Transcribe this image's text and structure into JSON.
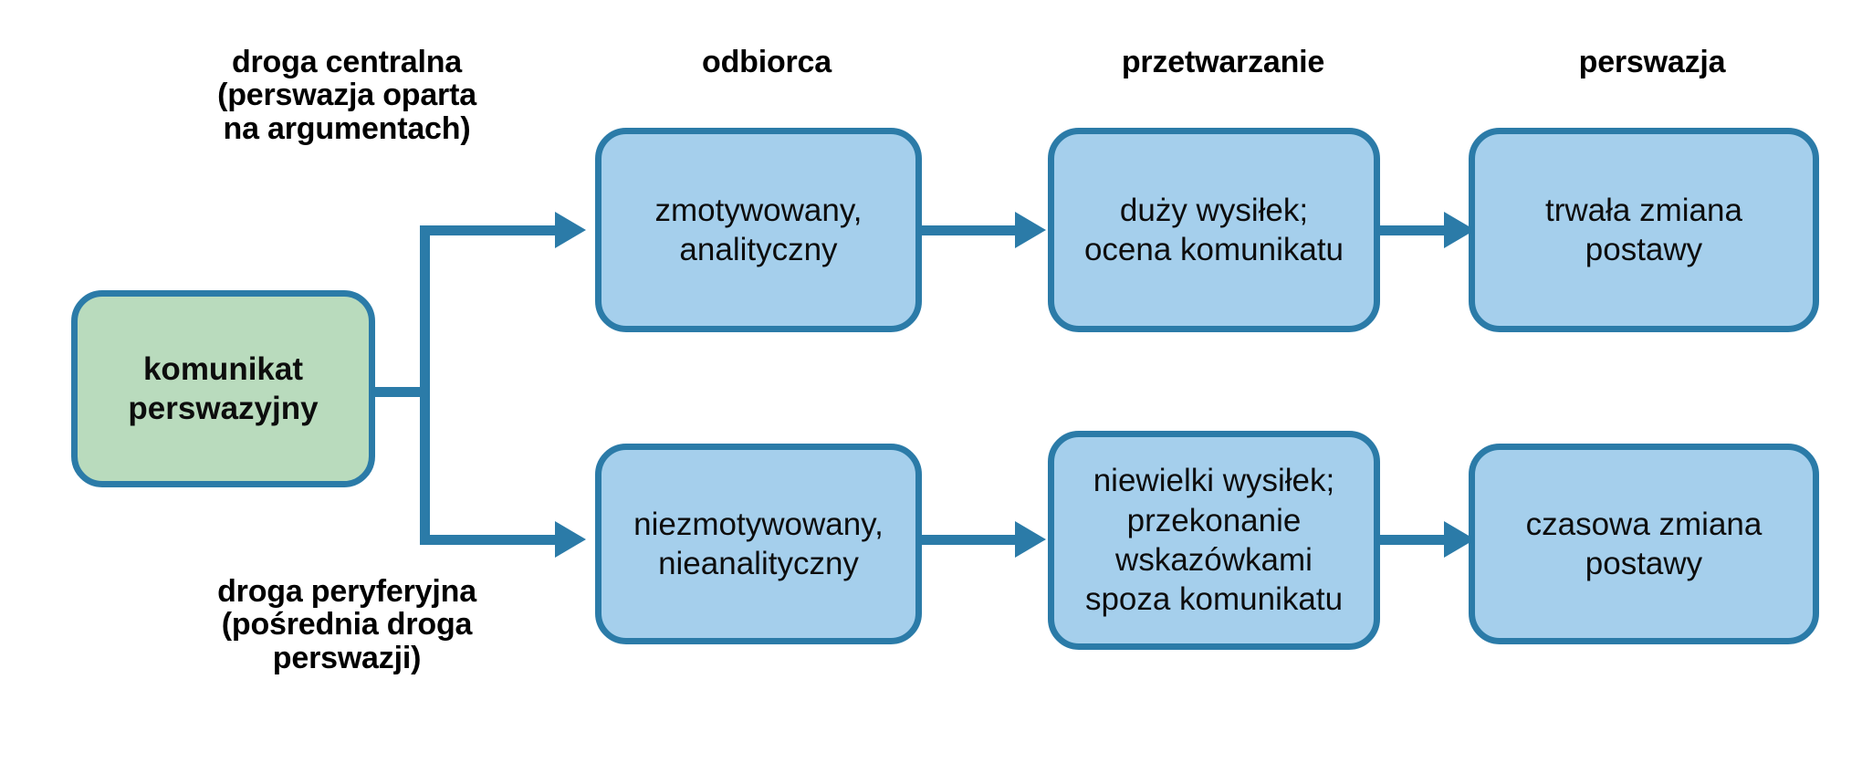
{
  "diagram": {
    "title_headings": {
      "central_path": "droga centralna\n(perswazja oparta\nna argumentach)",
      "peripheral_path": "droga peryferyjna\n(pośrednia droga\nperswazji)"
    },
    "column_headers": [
      {
        "id": "receiver",
        "label": "odbiorca"
      },
      {
        "id": "processing",
        "label": "przetwarzanie"
      },
      {
        "id": "persuasion",
        "label": "perswazja"
      }
    ],
    "source_node": {
      "id": "message",
      "label": "komunikat\nperswazyjny",
      "fill": "#b9dbbd",
      "stroke": "#2b7ba8"
    },
    "rows": [
      {
        "id": "central-route",
        "nodes": [
          {
            "id": "central-receiver",
            "label": "zmotywowany,\nanalityczny"
          },
          {
            "id": "central-processing",
            "label": "duży wysiłek;\nocena komunikatu"
          },
          {
            "id": "central-persuasion",
            "label": "trwała zmiana\npostawy"
          }
        ]
      },
      {
        "id": "peripheral-route",
        "nodes": [
          {
            "id": "peripheral-receiver",
            "label": "niezmotywowany,\nnieanalityczny"
          },
          {
            "id": "peripheral-processing",
            "label": "niewielki wysiłek;\nprzekonanie\nwskazówkami\nspoza komunikatu"
          },
          {
            "id": "peripheral-persuasion",
            "label": "czasowa zmiana\npostawy"
          }
        ]
      }
    ],
    "colors": {
      "node_blue_fill": "#a5cfec",
      "node_green_fill": "#b9dbbd",
      "stroke": "#2b7ba8",
      "text": "#0d0d0d",
      "background": "#ffffff"
    }
  }
}
